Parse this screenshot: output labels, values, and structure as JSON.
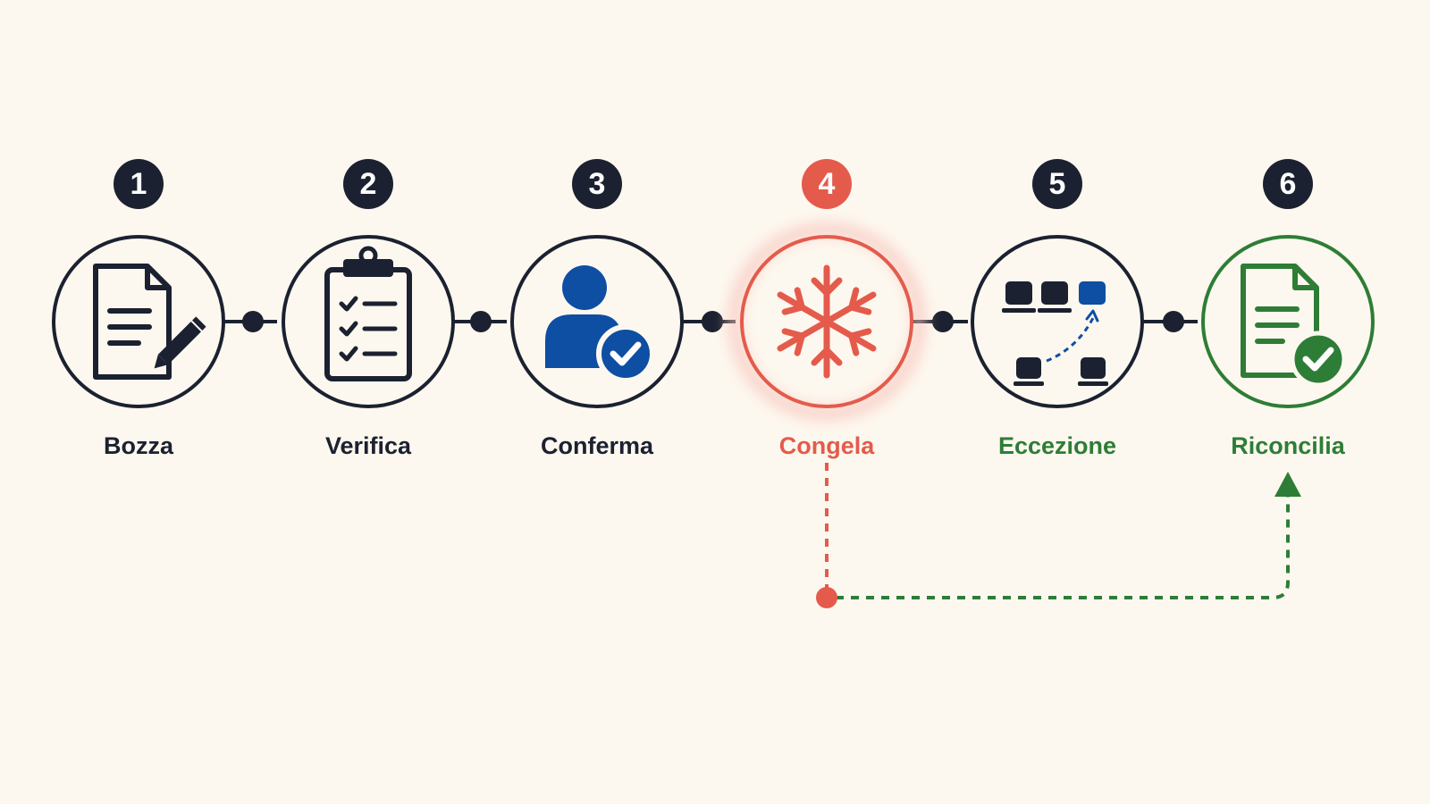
{
  "colors": {
    "background": "#fdf8ef",
    "dark": "#1b2130",
    "accent_red": "#e45b4c",
    "accent_green": "#2e7d36",
    "accent_blue": "#0e4ea3"
  },
  "steps": [
    {
      "number": "1",
      "label": "Bozza",
      "icon": "document-edit-icon",
      "state": "default"
    },
    {
      "number": "2",
      "label": "Verifica",
      "icon": "clipboard-checklist-icon",
      "state": "default"
    },
    {
      "number": "3",
      "label": "Conferma",
      "icon": "user-check-icon",
      "state": "default"
    },
    {
      "number": "4",
      "label": "Congela",
      "icon": "snowflake-icon",
      "state": "frozen"
    },
    {
      "number": "5",
      "label": "Eccezione",
      "icon": "seat-reassign-icon",
      "state": "exception"
    },
    {
      "number": "6",
      "label": "Riconcilia",
      "icon": "document-check-icon",
      "state": "done"
    }
  ],
  "links": {
    "main_connectors": "solid-line-with-dots",
    "exception_path": {
      "from": "4",
      "to": "6",
      "style": "dashed"
    }
  }
}
